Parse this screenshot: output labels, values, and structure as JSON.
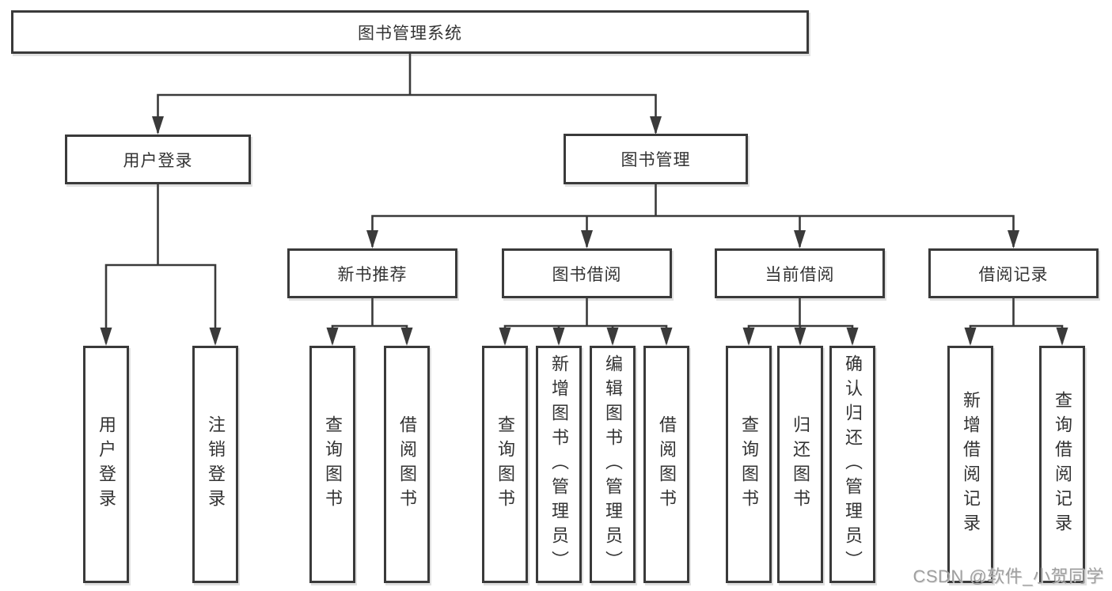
{
  "diagram": {
    "root": {
      "label": "图书管理系统"
    },
    "level2": [
      {
        "label": "用户登录"
      },
      {
        "label": "图书管理"
      }
    ],
    "level3": [
      {
        "label": "新书推荐",
        "parent": "图书管理"
      },
      {
        "label": "图书借阅",
        "parent": "图书管理"
      },
      {
        "label": "当前借阅",
        "parent": "图书管理"
      },
      {
        "label": "借阅记录",
        "parent": "图书管理"
      }
    ],
    "leaves": [
      {
        "label": "用户登录",
        "parent": "用户登录"
      },
      {
        "label": "注销登录",
        "parent": "用户登录"
      },
      {
        "label": "查询图书",
        "parent": "新书推荐"
      },
      {
        "label": "借阅图书",
        "parent": "新书推荐"
      },
      {
        "label": "查询图书",
        "parent": "图书借阅"
      },
      {
        "label": "新增图书（管理员）",
        "parent": "图书借阅"
      },
      {
        "label": "编辑图书（管理员）",
        "parent": "图书借阅"
      },
      {
        "label": "借阅图书",
        "parent": "图书借阅"
      },
      {
        "label": "查询图书",
        "parent": "当前借阅"
      },
      {
        "label": "归还图书",
        "parent": "当前借阅"
      },
      {
        "label": "确认归还（管理员）",
        "parent": "当前借阅"
      },
      {
        "label": "新增借阅记录",
        "parent": "借阅记录"
      },
      {
        "label": "查询借阅记录",
        "parent": "借阅记录"
      }
    ]
  },
  "watermark": {
    "text": "CSDN @软件_小贺同学"
  },
  "colors": {
    "line": "#3a3a3a",
    "text": "#333333",
    "box_background": "#ffffff",
    "watermark": "#9f9f9f"
  }
}
